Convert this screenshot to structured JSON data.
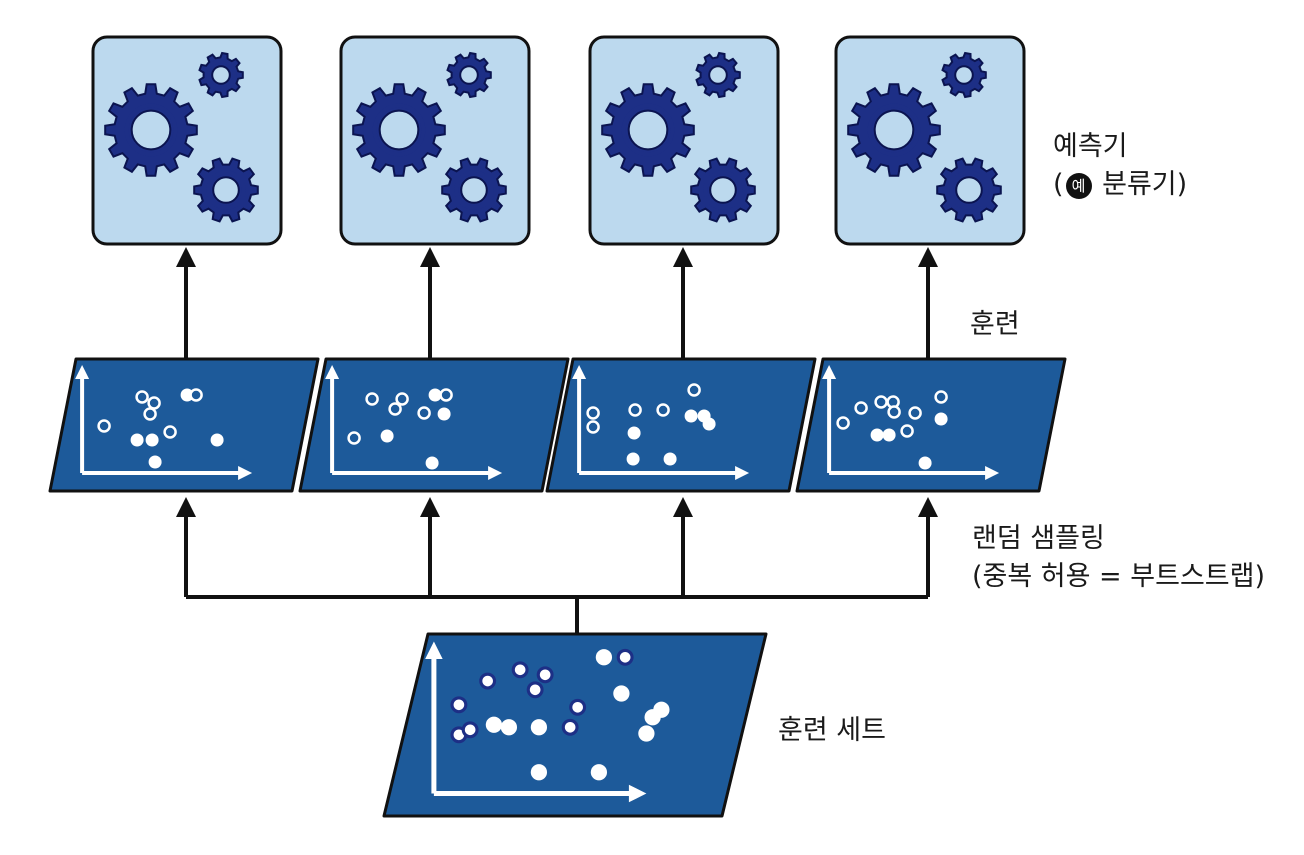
{
  "labels": {
    "predictor_line1": "예측기",
    "predictor_open": "(",
    "predictor_example_mark": "예",
    "predictor_line2_rest": " 분류기)",
    "training": "훈련",
    "sampling_line1": "랜덤 샘플링",
    "sampling_line2": "(중복 허용 = 부트스트랩)",
    "training_set": "훈련 세트"
  },
  "colors": {
    "box_fill": "#bcd9ee",
    "gear": "#1d2f86",
    "panel": "#1d5a9a",
    "outline": "#111111",
    "dot": "#ffffff",
    "dot_ring_training_set": "#1d2f86"
  },
  "icons": [
    "gear-icon",
    "scatter-plot-icon",
    "arrow-up-icon"
  ],
  "predictor_count": 4,
  "subset_count": 4
}
